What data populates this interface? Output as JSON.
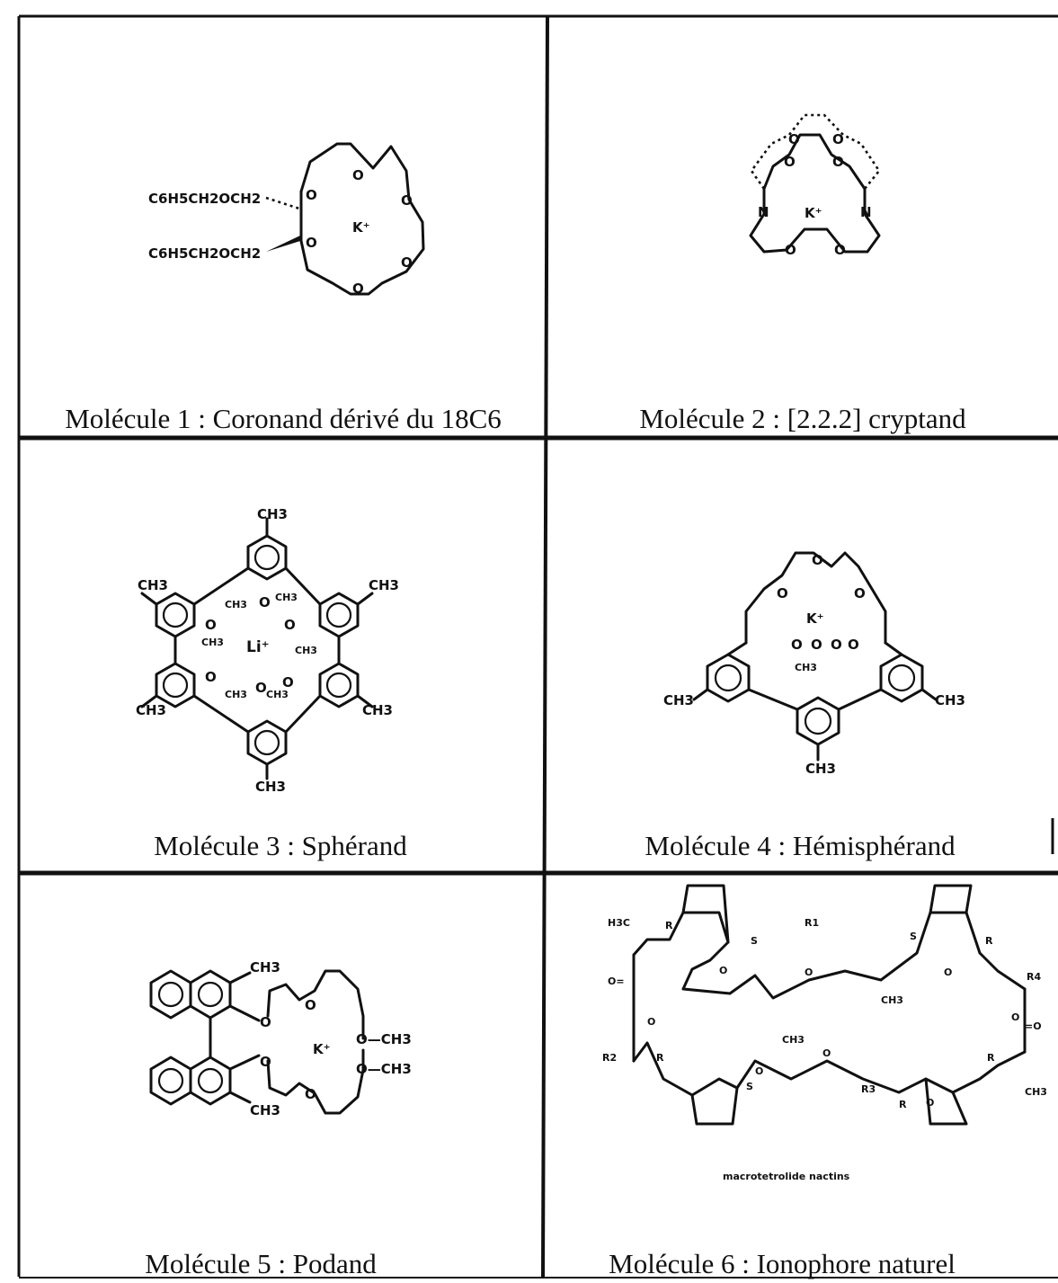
{
  "cells": [
    {
      "caption": "Molécule 1 : Coronand dérivé du 18C6",
      "labels": {
        "sub_top": "C6H5CH2OCH2",
        "sub_bottom": "C6H5CH2OCH2",
        "cation": "K⁺",
        "oxygen": "O"
      }
    },
    {
      "caption": "Molécule 2 : [2.2.2] cryptand",
      "labels": {
        "cation": "K⁺",
        "nitrogen": "N",
        "oxygen": "O"
      }
    },
    {
      "caption": "Molécule 3 : Sphérand",
      "labels": {
        "cation": "Li⁺",
        "methyl": "CH3",
        "oxygen": "O"
      }
    },
    {
      "caption": "Molécule 4 : Hémisphérand",
      "labels": {
        "cation": "K⁺",
        "methyl": "CH3",
        "oxygen": "O"
      }
    },
    {
      "caption": "Molécule 5 : Podand",
      "labels": {
        "cation": "K⁺",
        "methyl": "CH3",
        "methoxy": "O—CH3",
        "oxygen": "O"
      }
    },
    {
      "caption": "Molécule 6 : Ionophore naturel",
      "labels": {
        "subcaption": "macrotetrolide nactins",
        "methyl": "CH3",
        "h3c": "H3C",
        "r1": "R1",
        "r2": "R2",
        "r3": "R3",
        "r4": "R4",
        "carbonyl": "O=",
        "carbonyl_right": "=O",
        "stereo_r": "R",
        "stereo_s": "S",
        "oxygen": "O"
      }
    }
  ]
}
